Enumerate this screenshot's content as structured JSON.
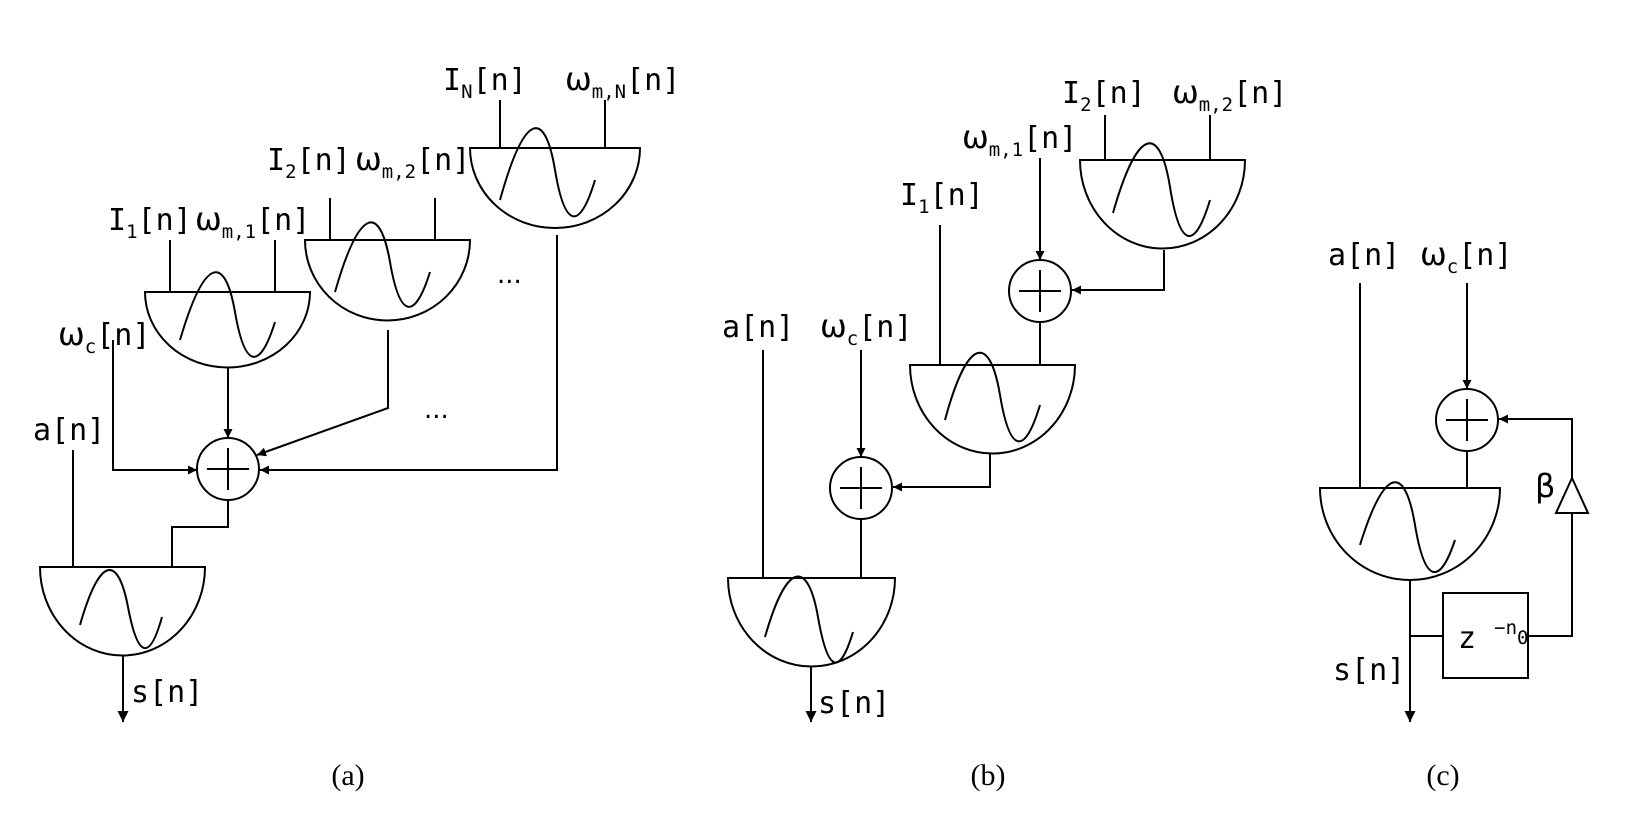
{
  "panels": [
    {
      "caption": "(a)",
      "labels": {
        "i1": {
          "main": "I",
          "sub": "1",
          "tail": "[n]"
        },
        "wm1": {
          "main": "ω",
          "sub": "m,1",
          "tail": "[n]"
        },
        "i2": {
          "main": "I",
          "sub": "2",
          "tail": "[n]"
        },
        "wm2": {
          "main": "ω",
          "sub": "m,2",
          "tail": "[n]"
        },
        "in": {
          "main": "I",
          "sub": "N",
          "tail": "[n]"
        },
        "wmn": {
          "main": "ω",
          "sub": "m,N",
          "tail": "[n]"
        },
        "wc": {
          "main": "ω",
          "sub": "c",
          "tail": "[n]"
        },
        "a": "a[n]",
        "s": "s[n]",
        "ellipsis1": "...",
        "ellipsis2": "..."
      }
    },
    {
      "caption": "(b)",
      "labels": {
        "i2": {
          "main": "I",
          "sub": "2",
          "tail": "[n]"
        },
        "wm2": {
          "main": "ω",
          "sub": "m,2",
          "tail": "[n]"
        },
        "wm1": {
          "main": "ω",
          "sub": "m,1",
          "tail": "[n]"
        },
        "i1": {
          "main": "I",
          "sub": "1",
          "tail": "[n]"
        },
        "a": "a[n]",
        "wc": {
          "main": "ω",
          "sub": "c",
          "tail": "[n]"
        },
        "s": "s[n]"
      }
    },
    {
      "caption": "(c)",
      "labels": {
        "a": "a[n]",
        "wc": {
          "main": "ω",
          "sub": "c",
          "tail": "[n]"
        },
        "beta": "β",
        "delay": {
          "main": "z ",
          "sup": "−n",
          "supsub": "0"
        },
        "s": "s[n]"
      }
    }
  ]
}
